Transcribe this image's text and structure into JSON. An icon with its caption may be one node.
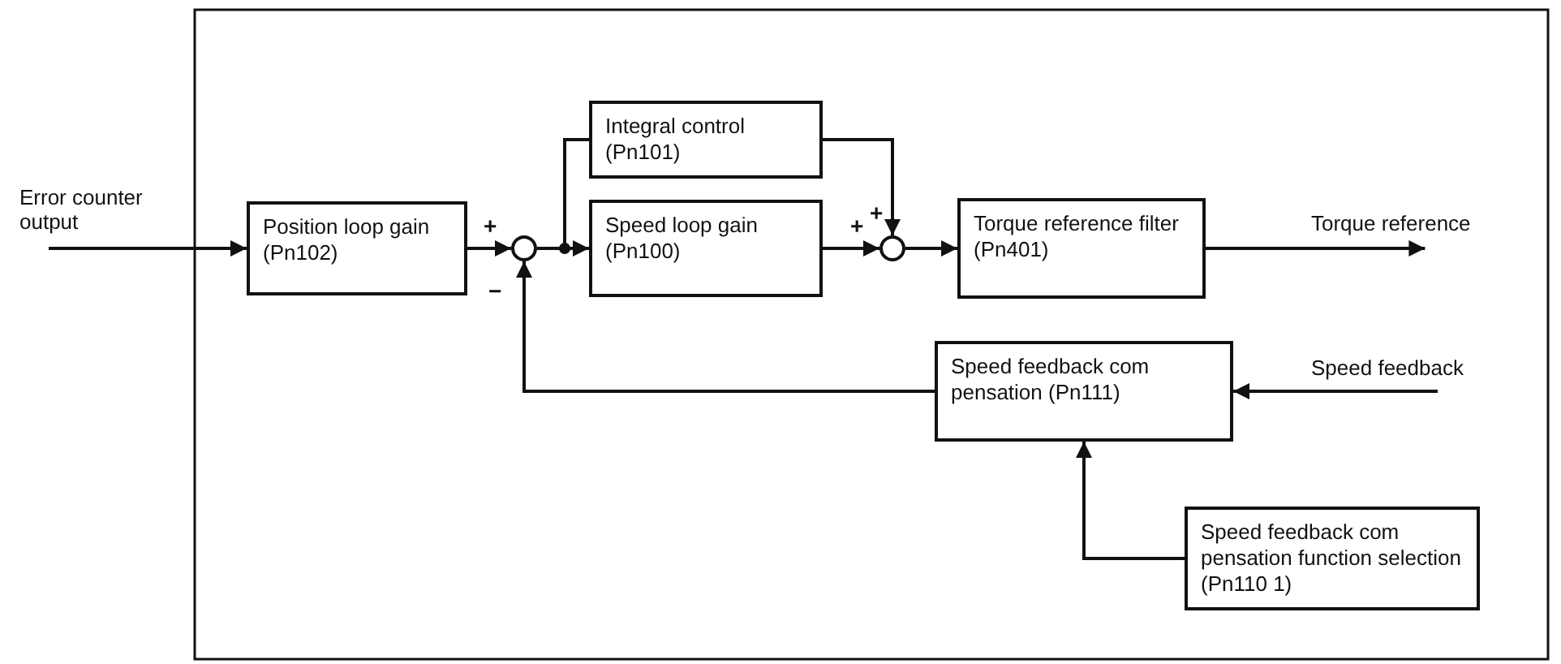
{
  "diagram": {
    "nodes": [
      {
        "text": [
          "Error counter output"
        ]
      },
      {
        "text": [
          "Position loop gain (Pn102)"
        ]
      },
      {
        "text": [],
        "shape": "circle"
      },
      {
        "text": [
          "Integral control (Pn101)"
        ]
      },
      {
        "text": [
          "Speed loop gain (Pn100)"
        ]
      },
      {
        "text": [],
        "shape": "circle"
      },
      {
        "text": [
          "Torque reference filter (Pn401)"
        ]
      },
      {
        "text": [
          "Torque reference"
        ]
      },
      {
        "text": [
          "Speed feedback com pensation (Pn111)"
        ]
      },
      {
        "text": [
          "Speed feedback"
        ]
      },
      {
        "text": [
          "Speed feedback com pensation function selection (Pn110 1)"
        ]
      }
    ],
    "edges": [
      {
        "from": 0,
        "to": 1,
        "arrow": "to"
      },
      {
        "from": 1,
        "to": 2,
        "arrow": "to"
      },
      {
        "from": 2,
        "to": 3,
        "arrow": "none"
      },
      {
        "from": 2,
        "to": 4,
        "arrow": "to"
      },
      {
        "from": 3,
        "to": 5,
        "arrow": "to"
      },
      {
        "from": 4,
        "to": 5,
        "arrow": "to"
      },
      {
        "from": 5,
        "to": 6,
        "arrow": "to"
      },
      {
        "from": 6,
        "to": 7,
        "arrow": "to"
      },
      {
        "from": 9,
        "to": 8,
        "arrow": "to"
      },
      {
        "from": 8,
        "to": 2,
        "arrow": "to"
      },
      {
        "from": 10,
        "to": 8,
        "arrow": "to"
      }
    ],
    "labels": [
      "+",
      "+",
      "+",
      "−"
    ]
  }
}
